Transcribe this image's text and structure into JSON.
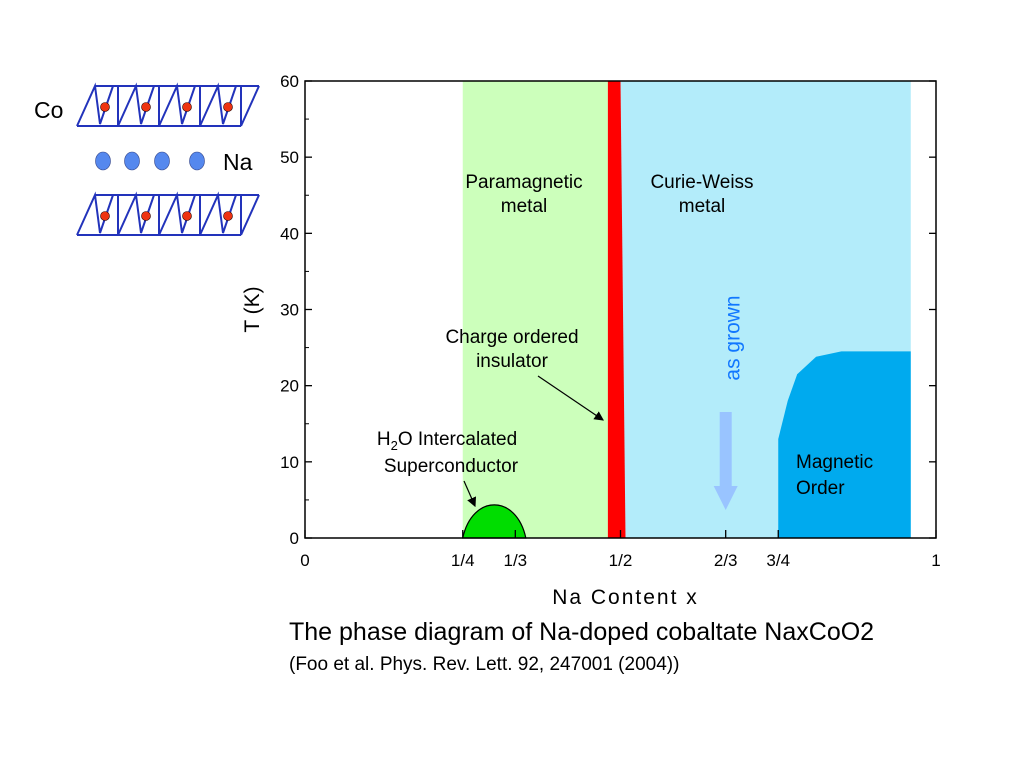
{
  "chart_data": {
    "type": "area",
    "xlabel": "Na Content  x",
    "ylabel": "T (K)",
    "xlim": [
      0,
      1
    ],
    "ylim": [
      0,
      60
    ],
    "x_ticks": [
      {
        "value": 0,
        "label": "0"
      },
      {
        "value": 0.25,
        "label": "1/4"
      },
      {
        "value": 0.3333,
        "label": "1/3"
      },
      {
        "value": 0.5,
        "label": "1/2"
      },
      {
        "value": 0.6667,
        "label": "2/3"
      },
      {
        "value": 0.75,
        "label": "3/4"
      },
      {
        "value": 1,
        "label": "1"
      }
    ],
    "y_ticks": [
      0,
      10,
      20,
      30,
      40,
      50,
      60
    ],
    "grid": false,
    "regions": [
      {
        "name": "Paramagnetic metal",
        "lines": [
          "Paramagnetic",
          "metal"
        ],
        "x_range": [
          0.25,
          0.48
        ],
        "t_max": 60,
        "color": "#ccffbb"
      },
      {
        "name": "Curie-Weiss metal",
        "lines": [
          "Curie-Weiss",
          "metal"
        ],
        "x_range": [
          0.5,
          0.96
        ],
        "t_max": 60,
        "color": "#b3ecfa"
      },
      {
        "name": "Charge ordered insulator",
        "lines": [
          "Charge ordered",
          "insulator"
        ],
        "x_range": [
          0.48,
          0.5
        ],
        "t_max": 60,
        "color": "#ff0000"
      },
      {
        "name": "H2O Intercalated Superconductor",
        "x_range": [
          0.25,
          0.35
        ],
        "t_max": 4.5,
        "color": "#00dd00"
      },
      {
        "name": "Magnetic Order",
        "lines": [
          "Magnetic",
          "Order"
        ],
        "x_range": [
          0.75,
          0.96
        ],
        "t_max": 24.5,
        "color": "#00aaee"
      }
    ],
    "superconductor_label": {
      "pre": "H",
      "sub": "2",
      "post": "O Intercalated",
      "line2": "Superconductor"
    },
    "magnetic_boundary": [
      {
        "x": 0.75,
        "t": 0
      },
      {
        "x": 0.75,
        "t": 13
      },
      {
        "x": 0.765,
        "t": 18
      },
      {
        "x": 0.78,
        "t": 21.5
      },
      {
        "x": 0.81,
        "t": 23.8
      },
      {
        "x": 0.85,
        "t": 24.5
      },
      {
        "x": 0.96,
        "t": 24.5
      }
    ],
    "superconductor_dome": [
      {
        "x": 0.25,
        "t": 0
      },
      {
        "x": 0.27,
        "t": 3
      },
      {
        "x": 0.3,
        "t": 4.5
      },
      {
        "x": 0.33,
        "t": 3.2
      },
      {
        "x": 0.35,
        "t": 0
      }
    ],
    "annotation": {
      "text": "as grown",
      "x": 0.6667,
      "color": "#1177ff",
      "arrow_color": "#99c4ff"
    }
  },
  "structure": {
    "co_label": "Co",
    "na_label": "Na",
    "triangle_color": "#2233bb",
    "co_dot_color": "#ee3311",
    "na_dot_color": "#5588ee"
  },
  "caption": {
    "title": "The phase diagram of Na-doped cobaltate NaxCoO2",
    "reference": "(Foo et al. Phys. Rev. Lett. 92, 247001 (2004))"
  }
}
